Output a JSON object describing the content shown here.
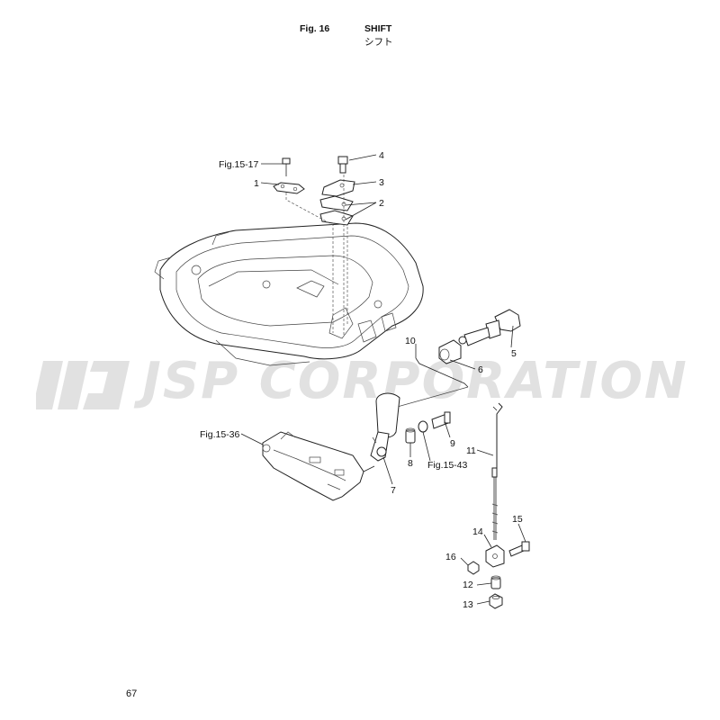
{
  "header": {
    "fig_number": "Fig. 16",
    "title": "SHIFT",
    "title_jp": "シフト"
  },
  "page_number": "67",
  "watermark": {
    "text": "JSP CORPORATION",
    "color": "#c9c9c9"
  },
  "callouts": {
    "p1": "1",
    "p2": "2",
    "p3": "3",
    "p4": "4",
    "p5": "5",
    "p6": "6",
    "p7": "7",
    "p8": "8",
    "p9": "9",
    "p10": "10",
    "p11": "11",
    "p12": "12",
    "p13": "13",
    "p14": "14",
    "p15": "15",
    "p16": "16",
    "ref_15_17": "Fig.15-17",
    "ref_15_36": "Fig.15-36",
    "ref_15_43": "Fig.15-43"
  }
}
